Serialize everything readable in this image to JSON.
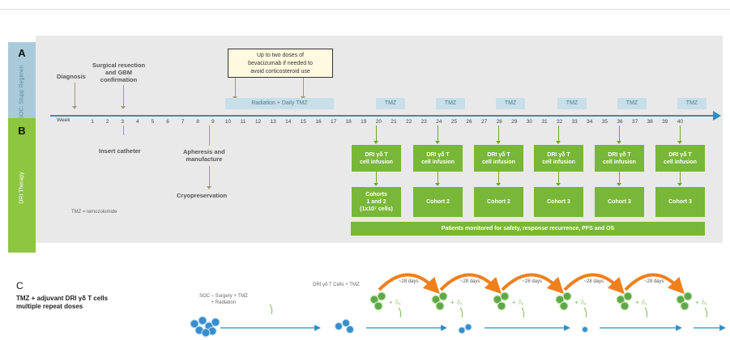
{
  "panel_a": {
    "letter": "A",
    "side_label": "SOC: Stupp Regimen"
  },
  "panel_b": {
    "letter": "B",
    "side_label": "DRI Therapy"
  },
  "panel_c": {
    "letter": "C",
    "title_line1": "TMZ + adjuvant DRI γδ T cells",
    "title_line2": "multiple repeat doses"
  },
  "labels": {
    "diagnosis": "Diagnosis",
    "surgery_line1": "Surgical resection",
    "surgery_line2": "and GBM",
    "surgery_line3": "confirmation",
    "insert_catheter": "Insert catheter",
    "apheresis_line1": "Apheresis and",
    "apheresis_line2": "manufacture",
    "cryo": "Cryopreservation",
    "tmz_note": "TMZ = temozolomide",
    "bev_line1": "Up to two doses of",
    "bev_line2": "bevacizumab if needed to",
    "bev_line3": "avoid corticosteroid use",
    "radiation": "Radiation + Daily TMZ",
    "week": "Week",
    "monitor": "Patients monitored for safety, response recurrence, PFS and OS"
  },
  "weeks": [
    "1",
    "2",
    "3",
    "4",
    "5",
    "6",
    "7",
    "8",
    "9",
    "10",
    "11",
    "12",
    "13",
    "14",
    "15",
    "16",
    "17",
    "18",
    "19",
    "20",
    "21",
    "22",
    "23",
    "24",
    "25",
    "26",
    "27",
    "28",
    "29",
    "30",
    "31",
    "32",
    "33",
    "34",
    "35",
    "36",
    "37",
    "38",
    "39",
    "40"
  ],
  "tmz_label": "TMZ",
  "infusions": [
    {
      "line1": "DRI γδ T",
      "line2": "cell infusion"
    },
    {
      "line1": "DRI γδ T",
      "line2": "cell infusion"
    },
    {
      "line1": "DRI γδ T",
      "line2": "cell infusion"
    },
    {
      "line1": "DRI γδ T",
      "line2": "cell infusion"
    },
    {
      "line1": "DRI γδ T",
      "line2": "cell infusion"
    },
    {
      "line1": "DRI γδ T",
      "line2": "cell infusion"
    }
  ],
  "cohort_first": {
    "line1": "Cohorts",
    "line2": "1 and 2",
    "line3": "(1x10⁷ cells)"
  },
  "cohorts": [
    "Cohort 2",
    "Cohort 2",
    "Cohort 3",
    "Cohort 3",
    "Cohort 3"
  ],
  "flow": {
    "soc_line1": "SOC – Surgery + TMZ",
    "soc_line2": "+ Radiation",
    "dri_tmz": "DRI γδ T Cells + TMZ",
    "cycle": "~28 days",
    "tmz_glyph": "δₐ"
  },
  "colors": {
    "timeline": "#2f8fbf",
    "green": "#78b737",
    "orange": "#f07f1e",
    "callout": "#fff9e0"
  }
}
